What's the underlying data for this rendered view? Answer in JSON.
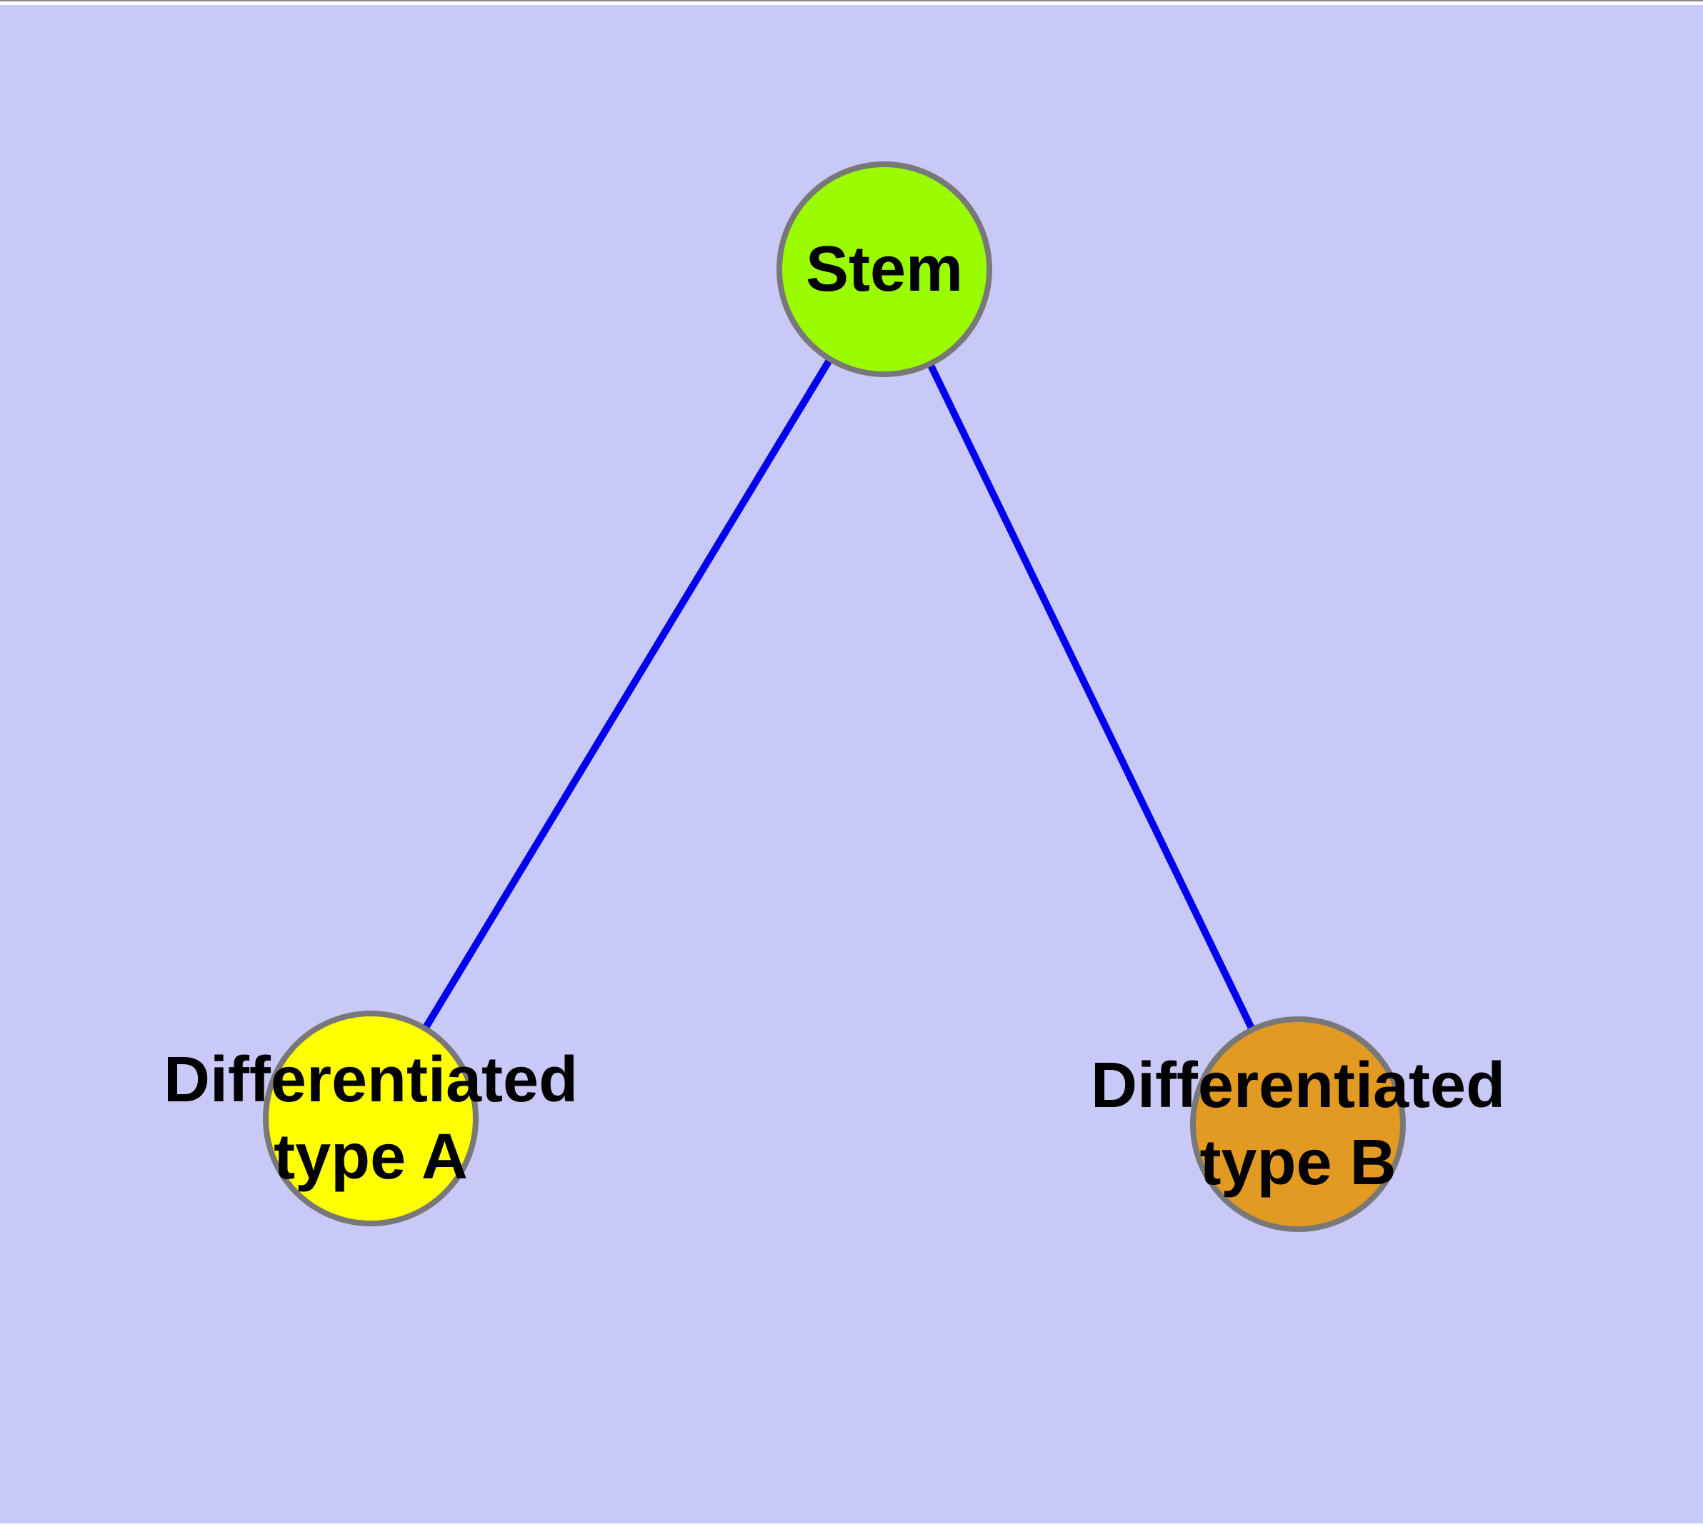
{
  "diagram": {
    "type": "graph",
    "description": "Stem cell differentiation tree: one stem node connected to two differentiated cell type nodes",
    "colors": {
      "background": "#C9C9F7",
      "edge": "#0000EE",
      "node_border": "#787878",
      "text": "#000000"
    },
    "nodes": {
      "stem": {
        "label": "Stem",
        "fill": "#9BFB00"
      },
      "type_a": {
        "label_line1": "Differentiated",
        "label_line2": "type A",
        "fill": "#FFFF00"
      },
      "type_b": {
        "label_line1": "Differentiated",
        "label_line2": "type B",
        "fill": "#E29A22"
      }
    },
    "edges": [
      {
        "from": "Stem",
        "to": "Differentiated type A"
      },
      {
        "from": "Stem",
        "to": "Differentiated type B"
      }
    ]
  }
}
